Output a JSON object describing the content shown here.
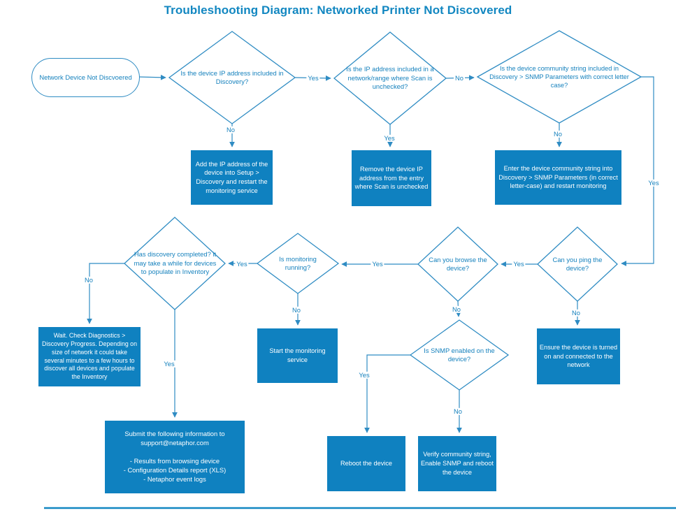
{
  "title": "Troubleshooting Diagram: Networked Printer Not Discovered",
  "colors": {
    "accent": "#1287c1",
    "connector": "#2f8cc3",
    "action_fill": "#0f81c0",
    "action_text": "#ffffff"
  },
  "nodes": {
    "start": {
      "type": "terminator",
      "label": "Network Device Not Discvoered"
    },
    "ip_in_discovery": {
      "type": "decision",
      "label": "Is the device IP address included in\nDiscovery?"
    },
    "scan_unchecked": {
      "type": "decision",
      "label": "Is the IP address included in a\nnetwork/range where Scan is\nunchecked?"
    },
    "community_string": {
      "type": "decision",
      "label": "Is the device community string included in\nDiscovery > SNMP Parameters with correct letter\ncase?"
    },
    "add_ip": {
      "type": "action",
      "label": "Add the IP address of the\ndevice into Setup >\nDiscovery and restart the\nmonitoring service"
    },
    "remove_ip": {
      "type": "action",
      "label": "Remove the device IP\naddress from the entry\nwhere Scan is unchecked"
    },
    "enter_community": {
      "type": "action",
      "label": "Enter the device community string into\nDiscovery > SNMP Parameters (in correct\nletter-case) and restart monitoring"
    },
    "ping": {
      "type": "decision",
      "label": "Can you ping the\ndevice?"
    },
    "browse": {
      "type": "decision",
      "label": "Can you browse the\ndevice?"
    },
    "monitoring_running": {
      "type": "decision",
      "label": "Is monitoring\nrunning?"
    },
    "discovery_completed": {
      "type": "decision",
      "label": "Has discovery completed? it\nmay take a while for devices\nto populate in Inventory"
    },
    "snmp_enabled": {
      "type": "decision",
      "label": "Is SNMP enabled on the\ndevice?"
    },
    "ensure_on": {
      "type": "action",
      "label": "Ensure the device is turned\non and connected to the\nnetwork"
    },
    "start_monitoring": {
      "type": "action",
      "label": "Start the monitoring\nservice"
    },
    "wait_diagnostics": {
      "type": "action",
      "label": "Wait. Check Diagnostics >\nDiscovery Progress. Depending on\nsize of network it could take\nseveral minutes to a few hours to\ndiscover all devices and populate\nthe Inventory"
    },
    "submit_info": {
      "type": "action",
      "label": "Submit the following information to\nsupport@netaphor.com\n\n- Results from browsing device\n- Configuration Details report (XLS)\n- Netaphor event logs"
    },
    "reboot": {
      "type": "action",
      "label": "Reboot the device"
    },
    "verify_community": {
      "type": "action",
      "label": "Verify community string,\nEnable SNMP and reboot\nthe device"
    }
  },
  "edge_labels": {
    "ip_in_discovery_yes": "Yes",
    "ip_in_discovery_no": "No",
    "scan_unchecked_no": "No",
    "scan_unchecked_yes": "Yes",
    "community_string_yes": "Yes",
    "community_string_no": "No",
    "ping_yes": "Yes",
    "ping_no": "No",
    "browse_yes": "Yes",
    "browse_no": "No",
    "monitoring_yes": "Yes",
    "monitoring_no": "No",
    "discovery_no": "No",
    "discovery_yes": "Yes",
    "snmp_yes": "Yes",
    "snmp_no": "No"
  }
}
